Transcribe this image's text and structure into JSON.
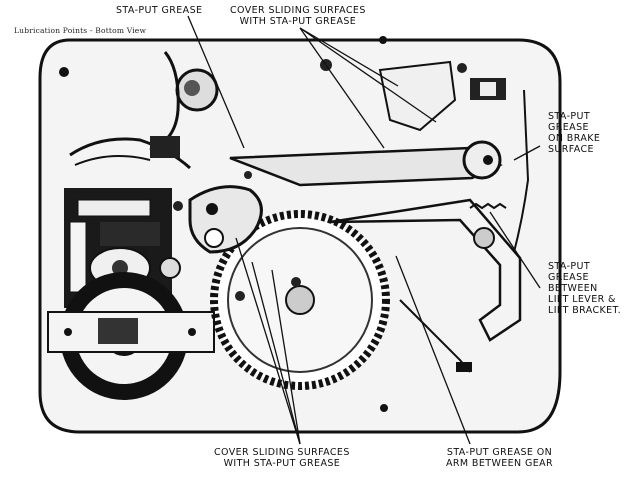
{
  "caption": "Lubrication Points - Bottom View",
  "labels": {
    "grease_top": "STA-PUT GREASE",
    "cover_top": [
      "COVER SLIDING SURFACES",
      "WITH STA-PUT GREASE"
    ],
    "brake": [
      "STA-PUT",
      "GREASE",
      "ON BRAKE",
      "SURFACE"
    ],
    "lift": [
      "STA-PUT",
      "GREASE",
      "BETWEEN",
      "LIFT LEVER &",
      "LIFT BRACKET."
    ],
    "cover_bottom": [
      "COVER SLIDING SURFACES",
      "WITH STA-PUT GREASE"
    ],
    "arm": [
      "STA-PUT GREASE ON",
      "ARM BETWEEN GEAR"
    ]
  }
}
